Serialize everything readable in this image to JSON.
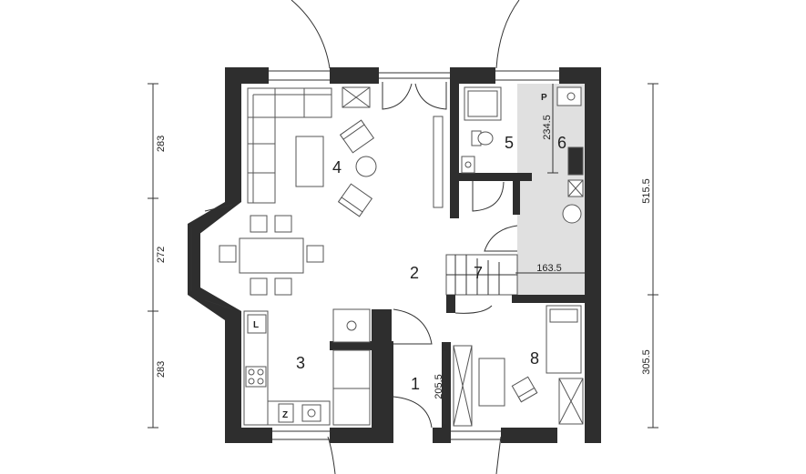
{
  "rooms": [
    {
      "number": "1"
    },
    {
      "number": "2"
    },
    {
      "number": "3"
    },
    {
      "number": "4"
    },
    {
      "number": "5"
    },
    {
      "number": "6"
    },
    {
      "number": "7"
    },
    {
      "number": "8"
    }
  ],
  "dimensions": {
    "left": [
      "283",
      "272",
      "283"
    ],
    "right": [
      "515.5",
      "305.5"
    ],
    "interior": [
      "234.5",
      "163.5",
      "205.5"
    ]
  },
  "fixture_labels": {
    "pantry": "P",
    "laundry": "L",
    "sink": "Z"
  },
  "colors": {
    "wall": "#2e2e2e",
    "pantry_floor": "#e0e0e0"
  }
}
